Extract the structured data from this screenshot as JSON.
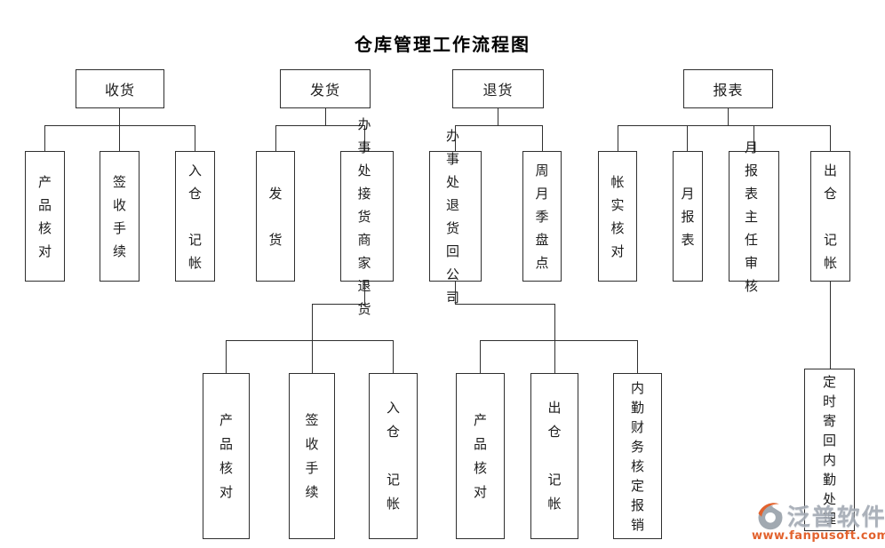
{
  "title": "仓库管理工作流程图",
  "flow": {
    "receiving": {
      "label": "收货",
      "steps": {
        "product_check": "产\n品\n核\n对",
        "sign_procedure": "签\n收\n手\n续",
        "warehouse_in_bookkeeping": "入\n仓\n\n记\n帐"
      }
    },
    "shipping": {
      "label": "发货",
      "steps": {
        "dispatch": "发\n\n货",
        "merchant_return_handling": "办事\n处接\n货商\n家退\n货"
      },
      "substeps": {
        "product_check": "产\n品\n核\n对",
        "sign_procedure": "签\n收\n手\n续",
        "warehouse_in_bookkeeping": "入\n仓\n\n记\n帐"
      }
    },
    "returns": {
      "label": "退货",
      "steps": {
        "office_return_to_company": "办事\n处退\n货回\n公司",
        "periodic_stocktake": "周\n月\n季\n盘\n点"
      },
      "substeps": {
        "product_check": "产\n品\n核\n对",
        "warehouse_out_bookkeeping": "出\n仓\n\n记\n帐",
        "office_finance_reimbursement": "内\n勤\n财\n务\n核\n定\n报\n销"
      }
    },
    "reports": {
      "label": "报表",
      "steps": {
        "account_reality_check": "帐\n实\n核\n对",
        "monthly_report": "月\n报\n表",
        "report_director_review": "月报\n表主\n任审\n核",
        "warehouse_out_bookkeeping": "出\n仓\n\n记\n帐"
      },
      "substeps": {
        "scheduled_send_back": "定\n时\n寄\n回\n内\n勤\n处\n理"
      }
    }
  },
  "watermark": {
    "brand": "泛普软件",
    "url": "www.fanpusoft.com",
    "accent_color": "#e0551c",
    "gray_color": "#a4abb5"
  }
}
